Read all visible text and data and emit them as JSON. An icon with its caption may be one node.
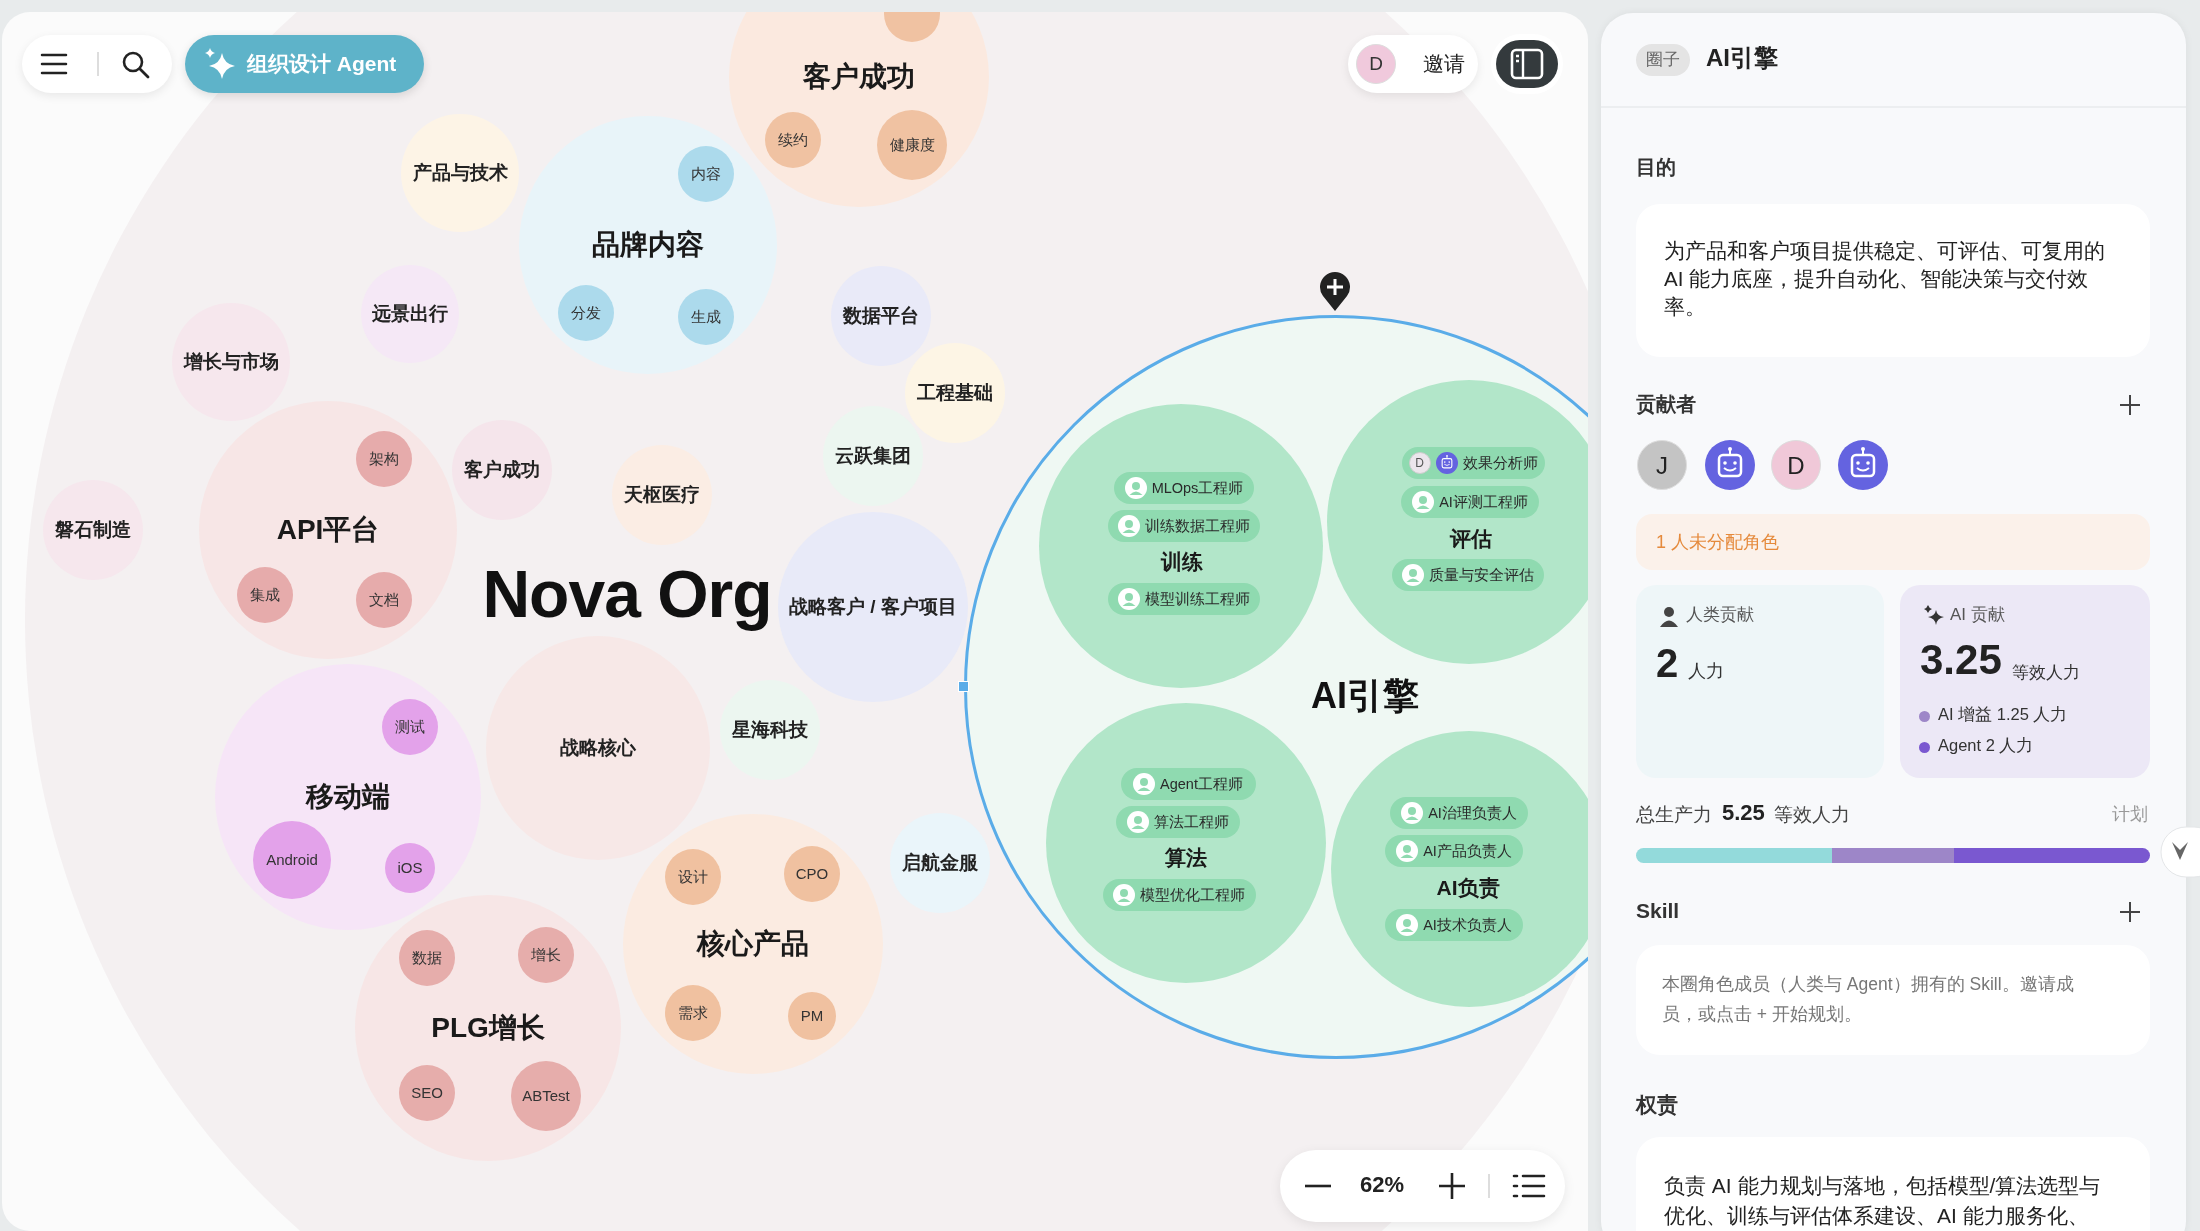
{
  "diagram": {
    "nodes": [
      {
        "text": [
          "Nova Org"
        ]
      },
      {
        "text": [
          "客户成功"
        ],
        "in": 0
      },
      {
        "text": [],
        "shape": "circle",
        "in": 1
      },
      {
        "text": [
          "续约"
        ],
        "in": 1
      },
      {
        "text": [
          "健康度"
        ],
        "in": 1
      },
      {
        "text": [
          "产品与技术"
        ],
        "in": 0
      },
      {
        "text": [
          "品牌内容"
        ],
        "in": 0
      },
      {
        "text": [
          "内容"
        ],
        "in": 6
      },
      {
        "text": [
          "分发"
        ],
        "in": 6
      },
      {
        "text": [
          "生成"
        ],
        "in": 6
      },
      {
        "text": [
          "远景出行"
        ],
        "in": 0
      },
      {
        "text": [
          "数据平台"
        ],
        "in": 0
      },
      {
        "text": [
          "增长与市场"
        ],
        "in": 0
      },
      {
        "text": [
          "工程基础"
        ],
        "in": 0
      },
      {
        "text": [
          "云跃集团"
        ],
        "in": 0
      },
      {
        "text": [
          "客户成功"
        ],
        "in": 0
      },
      {
        "text": [
          "天枢医疗"
        ],
        "in": 0
      },
      {
        "text": [
          "磐石制造"
        ],
        "in": 0
      },
      {
        "text": [
          "API平台"
        ],
        "in": 0
      },
      {
        "text": [
          "架构"
        ],
        "in": 18
      },
      {
        "text": [
          "集成"
        ],
        "in": 18
      },
      {
        "text": [
          "文档"
        ],
        "in": 18
      },
      {
        "text": [
          "战略客户 / 客户项目"
        ],
        "in": 0
      },
      {
        "text": [
          "星海科技"
        ],
        "in": 0
      },
      {
        "text": [
          "战略核心"
        ],
        "in": 0
      },
      {
        "text": [
          "移动端"
        ],
        "in": 0
      },
      {
        "text": [
          "测试"
        ],
        "in": 25
      },
      {
        "text": [
          "Android"
        ],
        "in": 25
      },
      {
        "text": [
          "iOS"
        ],
        "in": 25
      },
      {
        "text": [
          "启航金服"
        ],
        "in": 0
      },
      {
        "text": [
          "核心产品"
        ],
        "in": 0
      },
      {
        "text": [
          "设计"
        ],
        "in": 30
      },
      {
        "text": [
          "CPO"
        ],
        "in": 30
      },
      {
        "text": [
          "需求"
        ],
        "in": 30
      },
      {
        "text": [
          "PM"
        ],
        "in": 30
      },
      {
        "text": [
          "PLG增长"
        ],
        "in": 0
      },
      {
        "text": [
          "数据"
        ],
        "in": 35
      },
      {
        "text": [
          "增长"
        ],
        "in": 35
      },
      {
        "text": [
          "SEO"
        ],
        "in": 35
      },
      {
        "text": [
          "ABTest"
        ],
        "in": 35
      },
      {
        "text": [
          "AI引擎"
        ]
      },
      {
        "text": [
          "训练"
        ],
        "in": 40
      },
      {
        "text": [
          "MLOps工程师"
        ],
        "in": 41
      },
      {
        "text": [
          "训练数据工程师"
        ],
        "in": 41
      },
      {
        "text": [
          "模型训练工程师"
        ],
        "in": 41
      },
      {
        "text": [
          "评估"
        ],
        "in": 40
      },
      {
        "text": [
          "D",
          "效果分析师"
        ],
        "in": 45
      },
      {
        "text": [
          "AI评测工程师"
        ],
        "in": 45
      },
      {
        "text": [
          "质量与安全评估"
        ],
        "in": 45
      },
      {
        "text": [
          "算法"
        ],
        "in": 40
      },
      {
        "text": [
          "Agent工程师"
        ],
        "in": 49
      },
      {
        "text": [
          "算法工程师"
        ],
        "in": 49
      },
      {
        "text": [
          "模型优化工程师"
        ],
        "in": 49
      },
      {
        "text": [
          "AI负责"
        ],
        "in": 40
      },
      {
        "text": [
          "AI治理负责人"
        ],
        "in": 53
      },
      {
        "text": [
          "AI产品负责人"
        ],
        "in": 53
      },
      {
        "text": [
          "AI技术负责人"
        ],
        "in": 53
      }
    ],
    "labels": [
      "组织设计 Agent",
      "D",
      "邀请",
      "62%",
      "圈子",
      "AI引擎",
      "目的",
      "为产品和客户项目提供稳定、可评估、可复用的 AI 能力底座，提升自动化、智能决策与交付效率。",
      "贡献者",
      "J",
      "D",
      "1 人未分配角色",
      "人类贡献",
      "2",
      "人力",
      "AI 贡献",
      "3.25",
      "等效人力",
      "总生产力",
      "5.25",
      "等效人力",
      "计划",
      "Skill",
      "本圈角色成员（人类与 Agent）拥有的 Skill。邀请成员，或点击 + 开始规划。",
      "权责",
      "负责 AI 能力规划与落地，包括模型/算法选型与优化、训练与评估体系建设、AI 能力服务化、"
    ],
    "legend": [
      {
        "text": "AI 增益 1.25 人力",
        "color": "#9d86c8"
      },
      {
        "text": "Agent 2 人力",
        "color": "#7a58d0"
      }
    ]
  }
}
